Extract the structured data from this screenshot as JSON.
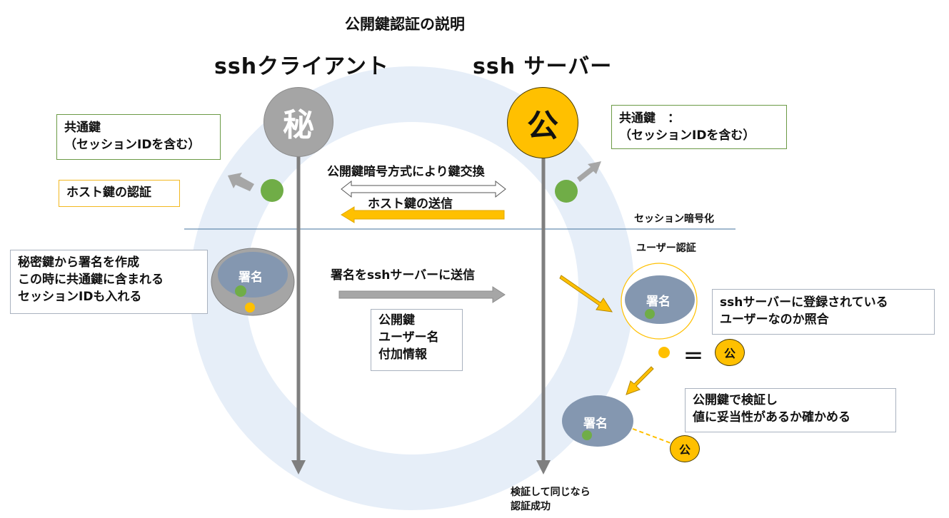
{
  "title": "公開鍵認証の説明",
  "client_heading": "sshクライアント",
  "server_heading": "ssh サーバー",
  "client_key_symbol": "秘",
  "server_key_symbol": "公",
  "client_shared_key": [
    "共通鍵",
    "（セッションIDを含む）"
  ],
  "server_shared_key": [
    "共通鍵　：",
    "（セッションIDを含む）"
  ],
  "host_key_auth": "ホスト鍵の認証",
  "key_exchange_label": "公開鍵暗号方式により鍵交換",
  "host_key_send_label": "ホスト鍵の送信",
  "session_encrypt_label": "セッション暗号化",
  "user_auth_label": "ユーザー認証",
  "create_signature_note": [
    "秘密鍵から署名を作成",
    "この時に共通鍵に含まれる",
    "セッションIDも入れる"
  ],
  "signature_label": "署名",
  "send_signature_label": "署名をsshサーバーに送信",
  "payload_box": [
    "公開鍵",
    "ユーザー名",
    "付加情報"
  ],
  "registered_user_note": [
    "sshサーバーに登録されている",
    "ユーザーなのか照合"
  ],
  "equals_sign": "＝",
  "public_key_small": "公",
  "verify_note": [
    "公開鍵で検証し",
    "値に妥当性があるか確かめる"
  ],
  "success_label": [
    "検証して同じなら",
    "認証成功"
  ],
  "colors": {
    "background_ring": "#e6eef8",
    "secret_key_circle": "#a5a5a5",
    "public_key_circle": "#ffc000",
    "green_dot": "#70ad47",
    "signature_ellipse": "#8497b0",
    "timeline": "#7f7f7f",
    "divider": "#41719c",
    "send_arrow": "#a6a6a6",
    "host_key_arrow": "#ffc000"
  }
}
